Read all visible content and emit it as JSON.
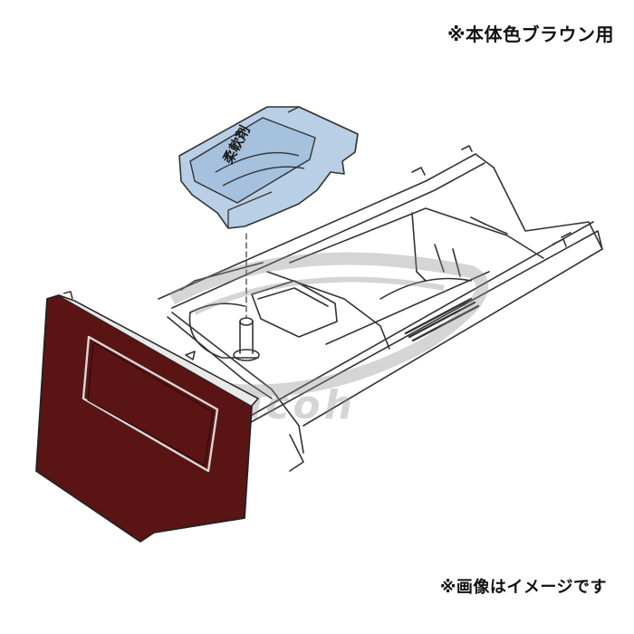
{
  "notes": {
    "top": "※本体色ブラウン用",
    "bottom": "※画像はイメージです"
  },
  "watermark": {
    "text": "Daicoh"
  },
  "part_label": {
    "text": "柔軟剤"
  },
  "colors": {
    "panel": "#5a1414",
    "cup": "#b9cfe6",
    "line": "#333333",
    "watermark": "#9a9a9a"
  }
}
